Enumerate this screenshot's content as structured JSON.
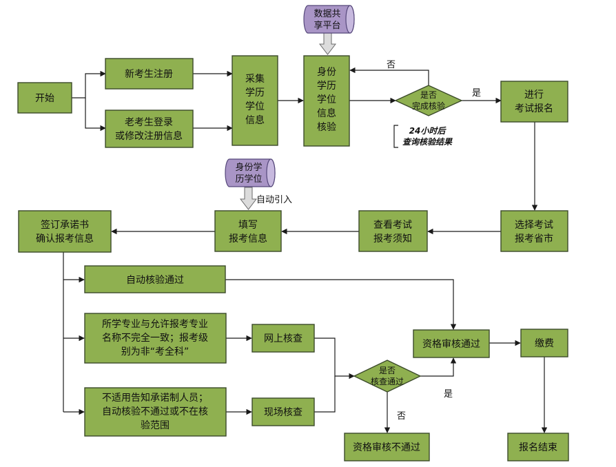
{
  "nodes": {
    "start": [
      "开始"
    ],
    "new_register": [
      "新考生注册"
    ],
    "old_login": [
      "老考生登录",
      "或修改注册信息"
    ],
    "collect": [
      "采集",
      "学历",
      "学位",
      "信息"
    ],
    "verify": [
      "身份",
      "学历",
      "学位",
      "信息",
      "核验"
    ],
    "decision1": [
      "是否",
      "完成核验"
    ],
    "apply": [
      "进行",
      "考试报名"
    ],
    "select_city": [
      "选择考试",
      "报考省市"
    ],
    "notice": [
      "查看考试",
      "报考须知"
    ],
    "fill_info": [
      "填写",
      "报考信息"
    ],
    "sign": [
      "签订承诺书",
      "确认报考信息"
    ],
    "auto_pass": [
      "自动核验通过"
    ],
    "mismatch": [
      "所学专业与允许报考专业",
      "名称不完全一致；报考级",
      "别为非“考全科”"
    ],
    "not_applicable": [
      "不适用告知承诺制人员；",
      "自动核验不通过或不在核",
      "验范围"
    ],
    "online_check": [
      "网上核查"
    ],
    "onsite_check": [
      "现场核查"
    ],
    "decision2": [
      "是否",
      "核查通过"
    ],
    "qual_pass": [
      "资格审核通过"
    ],
    "qual_fail": [
      "资格审核不通过"
    ],
    "pay": [
      "缴费"
    ],
    "end": [
      "报名结束"
    ]
  },
  "datastores": {
    "share_platform": [
      "数据共",
      "享平台"
    ],
    "degree_info": [
      "身份学",
      "历学位"
    ]
  },
  "labels": {
    "d1_no": "否",
    "d1_yes": "是",
    "d2_yes": "是",
    "d2_no": "否",
    "auto_import": "自动引入"
  },
  "notes": {
    "query_result": [
      "24小时后",
      "查询核验结果"
    ]
  }
}
